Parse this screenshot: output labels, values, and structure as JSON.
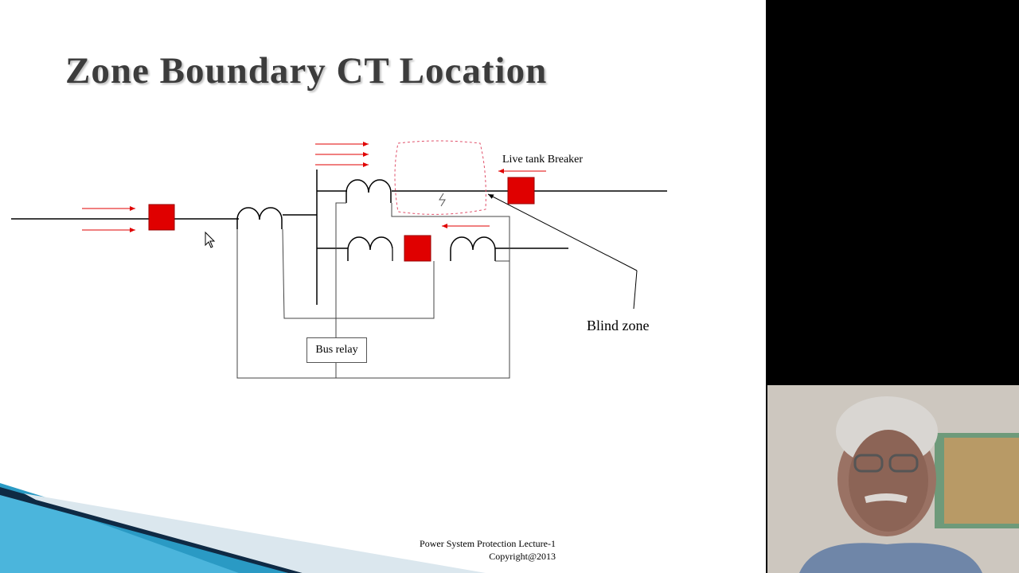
{
  "slide": {
    "title": "Zone Boundary CT Location",
    "footer_line1": "Power System Protection Lecture-1",
    "footer_line2": "Copyright@2013"
  },
  "diagram": {
    "live_tank_label": "Live tank Breaker",
    "blind_zone_label": "Blind zone",
    "bus_relay_label": "Bus relay",
    "breaker_color": "#e00000",
    "arrow_color": "#e00000",
    "zone_outline_color": "#e0506a"
  },
  "webcam": {
    "description_icon": "lecturer-webcam"
  }
}
